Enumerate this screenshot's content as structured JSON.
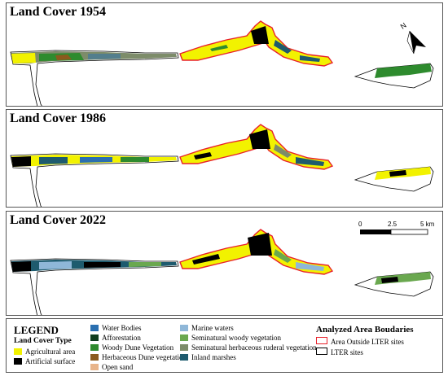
{
  "panels": [
    {
      "title": "Land Cover 1954"
    },
    {
      "title": "Land Cover 1986"
    },
    {
      "title": "Land Cover 2022"
    }
  ],
  "north_arrow": {
    "label": "N"
  },
  "scale_bar": {
    "labels": [
      "0",
      "2.5",
      "5 km"
    ]
  },
  "legend": {
    "title": "LEGEND",
    "subtitle": "Land Cover Type",
    "items": [
      {
        "label": "Agricultural area",
        "color": "#f2f200"
      },
      {
        "label": "Artificial surface",
        "color": "#000000"
      },
      {
        "label": "Water Bodies",
        "color": "#2a6fb0"
      },
      {
        "label": "Afforestation",
        "color": "#0f3d1e"
      },
      {
        "label": "Woody Dune Vegetation",
        "color": "#2e8b2e"
      },
      {
        "label": "Herbaceous Dune vegetation",
        "color": "#8b5a1e"
      },
      {
        "label": "Open sand",
        "color": "#e8b48a"
      },
      {
        "label": "Marine waters",
        "color": "#8fb7d8"
      },
      {
        "label": "Seminatural woody vegetation",
        "color": "#6aa84f"
      },
      {
        "label": "Seminatural herbaceous ruderal vegetation",
        "color": "#7d8c6a"
      },
      {
        "label": "Inland marshes",
        "color": "#1e5b6e"
      }
    ],
    "boundaries_title": "Analyzed Area Boudaries",
    "boundaries": [
      {
        "label": "Area Outside LTER sites",
        "color": "#e8202a"
      },
      {
        "label": "LTER sites",
        "color": "#000000"
      }
    ]
  }
}
